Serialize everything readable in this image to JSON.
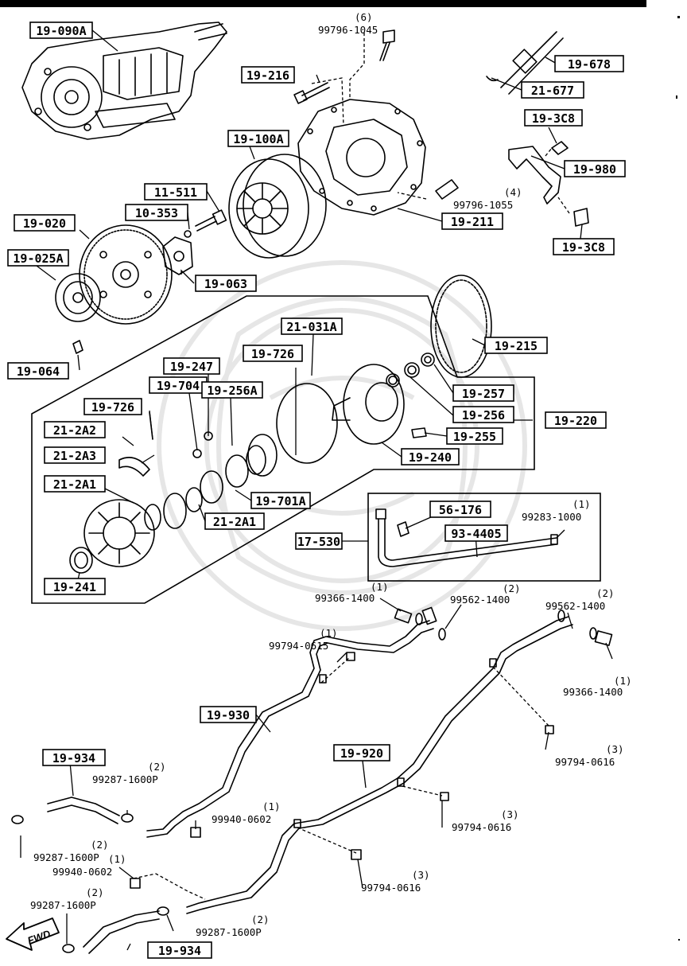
{
  "colors": {
    "ink": "#000000",
    "paper": "#ffffff",
    "watermark": "#e8e8e8"
  },
  "boxed_labels": {
    "l01": "19-090A",
    "l02": "19-216",
    "l03": "19-100A",
    "l04": "11-511",
    "l05": "10-353",
    "l06": "19-020",
    "l07": "19-025A",
    "l08": "19-063",
    "l09": "19-064",
    "l10": "19-678",
    "l11": "21-677",
    "l12": "19-3C8",
    "l13": "19-980",
    "l14": "19-211",
    "l15": "19-3C8",
    "l16": "21-031A",
    "l17": "19-726",
    "l18": "19-247",
    "l19": "19-704",
    "l20": "19-256A",
    "l21": "19-726",
    "l22": "21-2A2",
    "l23": "21-2A3",
    "l24": "21-2A1",
    "l25": "19-215",
    "l26": "19-257",
    "l27": "19-256",
    "l28": "19-220",
    "l29": "19-255",
    "l30": "19-240",
    "l31": "19-701A",
    "l32": "21-2A1",
    "l33": "19-241",
    "l34": "56-176",
    "l35": "93-4405",
    "l36": "17-530",
    "l37": "19-930",
    "l38": "19-934",
    "l39": "19-920",
    "l40": "19-934"
  },
  "callouts": {
    "c01": {
      "qty": "(6)",
      "pn": "99796-1045"
    },
    "c02": {
      "qty": "(4)",
      "pn": "99796-1055"
    },
    "c03": {
      "qty": "(1)",
      "pn": "99283-1000"
    },
    "c04": {
      "qty": "(1)",
      "pn": "99366-1400"
    },
    "c05": {
      "qty": "(2)",
      "pn": "99562-1400"
    },
    "c06": {
      "qty": "(2)",
      "pn": "99562-1400"
    },
    "c07": {
      "qty": "(1)",
      "pn": "99794-0615"
    },
    "c08": {
      "qty": "(1)",
      "pn": "99366-1400"
    },
    "c09": {
      "qty": "(3)",
      "pn": "99794-0616"
    },
    "c10": {
      "qty": "(2)",
      "pn": "99287-1600P"
    },
    "c11": {
      "qty": "(1)",
      "pn": "99940-0602"
    },
    "c12": {
      "qty": "(3)",
      "pn": "99794-0616"
    },
    "c13": {
      "qty": "(2)",
      "pn": "99287-1600P"
    },
    "c14": {
      "qty": "(1)",
      "pn": "99940-0602"
    },
    "c15": {
      "qty": "(3)",
      "pn": "99794-0616"
    },
    "c16": {
      "qty": "(2)",
      "pn": "99287-1600P"
    },
    "c17": {
      "qty": "(2)",
      "pn": "99287-1600P"
    }
  },
  "direction_badge": "FWD"
}
